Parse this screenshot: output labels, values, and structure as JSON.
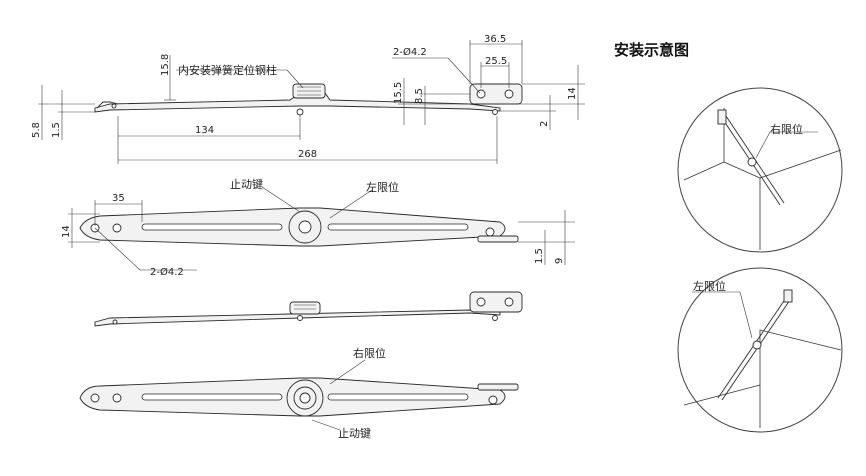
{
  "title": "安装示意图",
  "labels": {
    "spring_locator": "内安装弹簧定位钢柱",
    "stop_key_top": "止动键",
    "left_limit_top": "左限位",
    "right_limit_bottom": "右限位",
    "stop_key_bottom": "止动键",
    "right_limit_detail": "右限位",
    "left_limit_detail": "左限位"
  },
  "dimensions": {
    "hole_top": "2-Ø4.2",
    "hole_left": "2-Ø4.2",
    "w_36_5": "36.5",
    "w_25_5": "25.5",
    "h_15_8": "15.8",
    "h_15_5": "15.5",
    "h_8_5": "8.5",
    "h_14": "14",
    "h_2": "2",
    "h_5_8": "5.8",
    "h_1_5": "1.5",
    "l_134": "134",
    "l_268": "268",
    "l_35": "35",
    "h_14_left": "14",
    "h_1_5_right": "1.5",
    "h_9": "9"
  }
}
